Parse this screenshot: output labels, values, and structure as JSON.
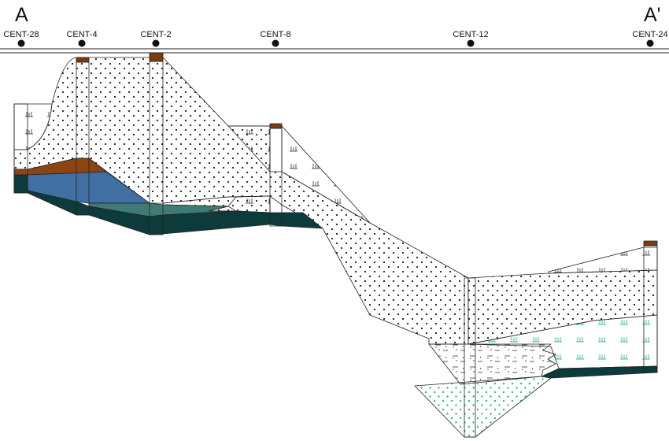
{
  "section": {
    "start_label": "A",
    "end_label": "A'",
    "wells": [
      {
        "id": "cent-28",
        "name": "CENT-28"
      },
      {
        "id": "cent-4",
        "name": "CENT-4"
      },
      {
        "id": "cent-2",
        "name": "CENT-2"
      },
      {
        "id": "cent-8",
        "name": "CENT-8"
      },
      {
        "id": "cent-12",
        "name": "CENT-12"
      },
      {
        "id": "cent-24",
        "name": "CENT-24"
      }
    ]
  },
  "colors": {
    "line": "#222222",
    "brown_layer": "#8b4513",
    "blue_layer": "#3f6fa3",
    "dark_teal_layer": "#0d3b3b",
    "teal_layer": "#3f7a74",
    "green_symbol": "#2fbf7a",
    "casing": "#7a3b10"
  }
}
